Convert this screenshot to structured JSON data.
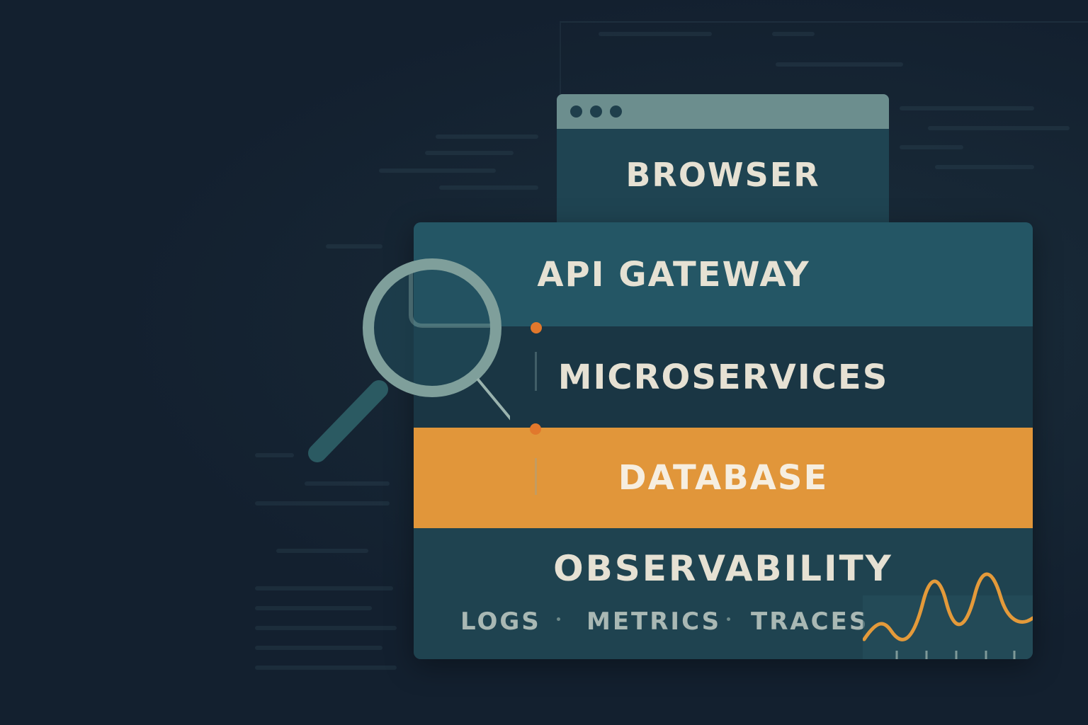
{
  "browser": {
    "label": "BROWSER"
  },
  "layers": {
    "api_gateway": "API GATEWAY",
    "microservices": "MICROSERVICES",
    "database": "DATABASE",
    "observability": {
      "title": "OBSERVABILITY",
      "signals": [
        "LOGS",
        "METRICS",
        "TRACES"
      ]
    }
  },
  "colors": {
    "background": "#13202f",
    "layer_teal": "#245665",
    "layer_dark": "#1a3644",
    "database_accent": "#e1963a",
    "trace_accent": "#e1782c",
    "text": "#e6e1d3"
  },
  "icons": {
    "magnifier": "magnifying-glass-icon",
    "metrics_chart": "wave-chart-icon"
  }
}
